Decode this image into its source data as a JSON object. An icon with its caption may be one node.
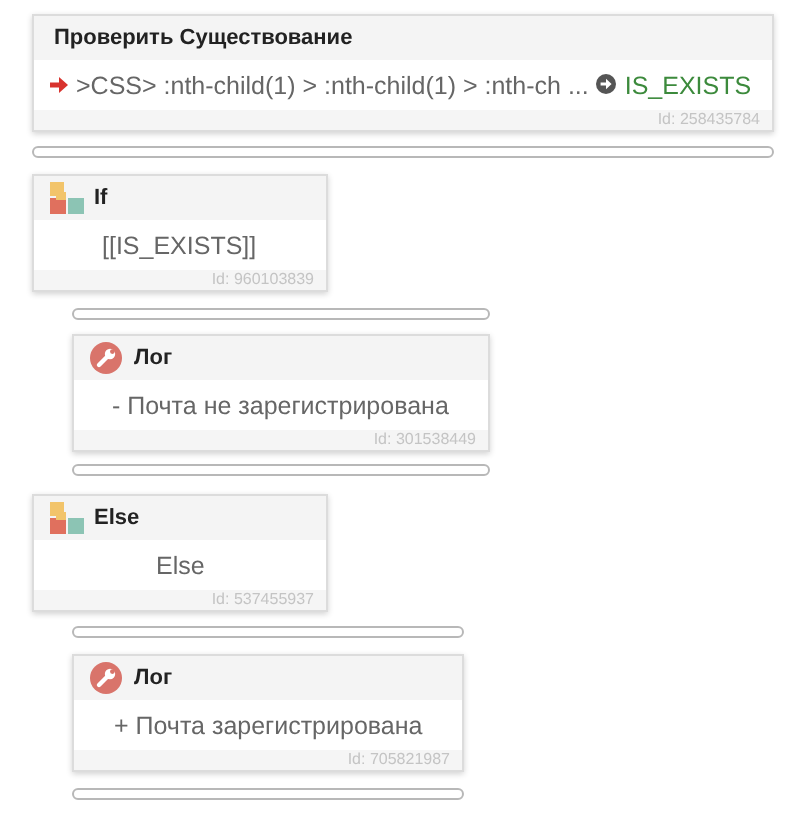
{
  "diagram": {
    "nodes": [
      {
        "text": [
          "Проверить Существование",
          ">CSS> :nth-child(1) > :nth-child(1) > :nth-ch ...",
          "IS_EXISTS",
          "Id: 258435784"
        ]
      },
      {
        "text": [
          "If",
          "[[IS_EXISTS]]",
          "Id: 960103839"
        ]
      },
      {
        "text": [
          "Лог",
          "- Почта не зарегистрирована",
          "Id: 301538449"
        ]
      },
      {
        "text": [
          "Else",
          "Else",
          "Id: 537455937"
        ]
      },
      {
        "text": [
          "Лог",
          "+ Почта зарегистрирована",
          "Id: 705821987"
        ]
      }
    ]
  }
}
